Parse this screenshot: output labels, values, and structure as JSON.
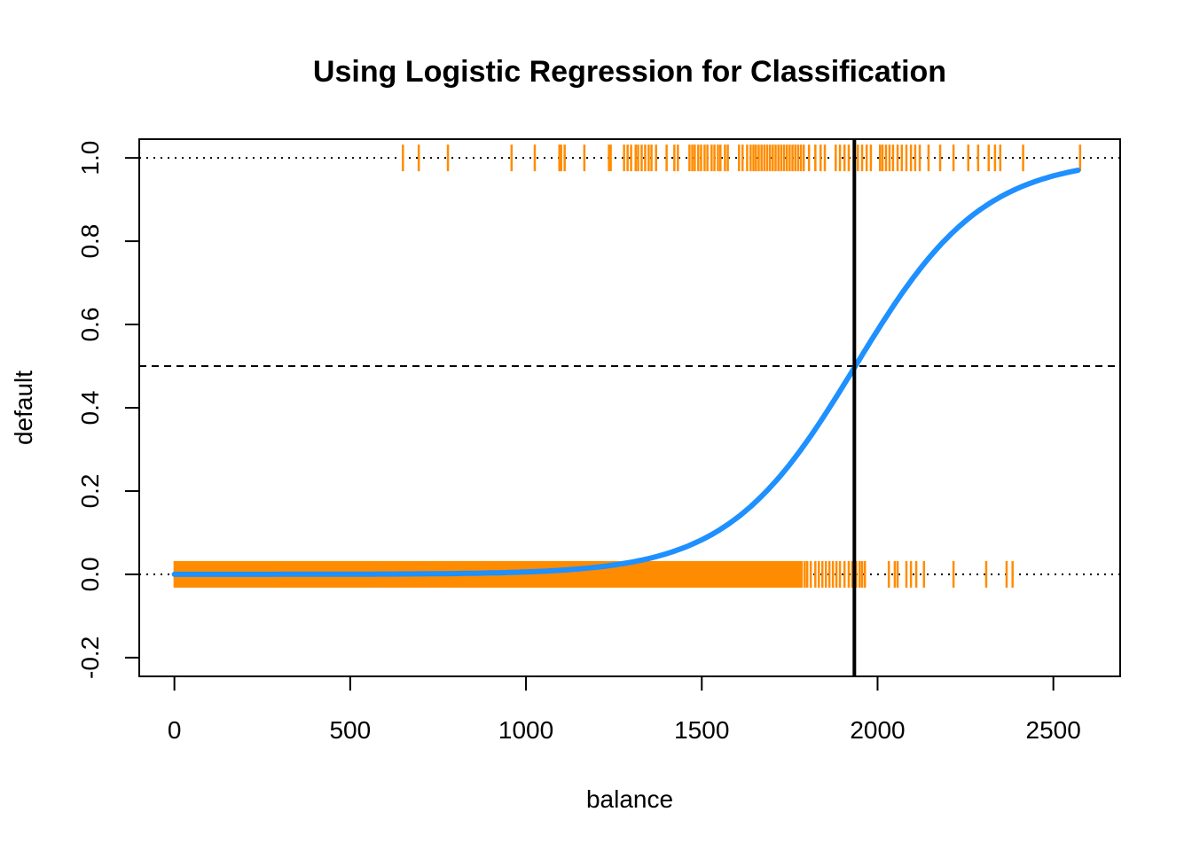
{
  "chart_data": {
    "type": "line",
    "title": "Using Logistic Regression for Classification",
    "xlabel": "balance",
    "ylabel": "default",
    "xlim": [
      -100,
      2690
    ],
    "ylim": [
      -0.245,
      1.045
    ],
    "x_ticks": [
      0,
      500,
      1000,
      1500,
      2000,
      2500
    ],
    "x_tick_labels": [
      "0",
      "500",
      "1000",
      "1500",
      "2000",
      "2500"
    ],
    "y_ticks": [
      -0.2,
      0.0,
      0.2,
      0.4,
      0.6,
      0.8,
      1.0
    ],
    "y_tick_labels": [
      "-0.2",
      "0.0",
      "0.2",
      "0.4",
      "0.6",
      "0.8",
      "1.0"
    ],
    "grid": false,
    "reference_lines": {
      "dotted_horizontal": [
        0,
        1
      ],
      "dashed_horizontal": 0.5,
      "solid_vertical": 1934
    },
    "logistic_fit": {
      "intercept": -10.65,
      "slope": 0.005499,
      "x_range": [
        0,
        2576
      ],
      "color": "#1E90FF"
    },
    "rug_color": "#FF8C00",
    "rug_default_yes": [
      650,
      695,
      778,
      959,
      1025,
      1095,
      1100,
      1110,
      1166,
      1236,
      1241,
      1279,
      1289,
      1299,
      1312,
      1319,
      1329,
      1339,
      1349,
      1357,
      1370,
      1400,
      1422,
      1432,
      1465,
      1473,
      1480,
      1490,
      1498,
      1508,
      1516,
      1528,
      1536,
      1546,
      1553,
      1566,
      1574,
      1606,
      1616,
      1629,
      1639,
      1647,
      1654,
      1662,
      1670,
      1678,
      1686,
      1694,
      1702,
      1710,
      1718,
      1726,
      1734,
      1742,
      1750,
      1758,
      1766,
      1774,
      1782,
      1790,
      1805,
      1823,
      1838,
      1850,
      1881,
      1893,
      1906,
      1918,
      1944,
      1956,
      1969,
      1981,
      2007,
      2014,
      2024,
      2034,
      2044,
      2057,
      2069,
      2082,
      2095,
      2107,
      2120,
      2145,
      2178,
      2216,
      2258,
      2286,
      2316,
      2334,
      2349,
      2414,
      2576
    ],
    "rug_default_no_dense_range": [
      0,
      1790
    ],
    "rug_default_no_sparse": [
      1793,
      1800,
      1810,
      1823,
      1833,
      1843,
      1853,
      1863,
      1873,
      1883,
      1893,
      1906,
      1918,
      1928,
      1939,
      1949,
      1956,
      1964,
      2032,
      2049,
      2057,
      2082,
      2095,
      2110,
      2132,
      2216,
      2309,
      2367,
      2384
    ]
  }
}
